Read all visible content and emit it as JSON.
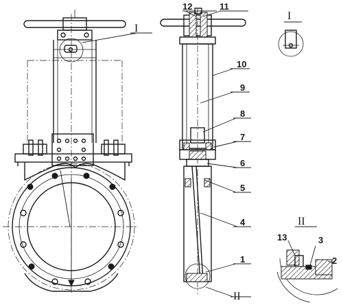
{
  "callouts": [
    {
      "id": "12",
      "text": "12"
    },
    {
      "id": "11",
      "text": "11"
    },
    {
      "id": "10",
      "text": "10"
    },
    {
      "id": "9",
      "text": "9"
    },
    {
      "id": "8",
      "text": "8"
    },
    {
      "id": "7",
      "text": "7"
    },
    {
      "id": "6",
      "text": "6"
    },
    {
      "id": "5",
      "text": "5"
    },
    {
      "id": "4",
      "text": "4"
    },
    {
      "id": "1",
      "text": "1"
    },
    {
      "id": "3",
      "text": "3"
    },
    {
      "id": "2",
      "text": "2"
    },
    {
      "id": "13",
      "text": "13"
    }
  ],
  "detail_marks": {
    "detail_one": "I",
    "detail_two": "II"
  }
}
